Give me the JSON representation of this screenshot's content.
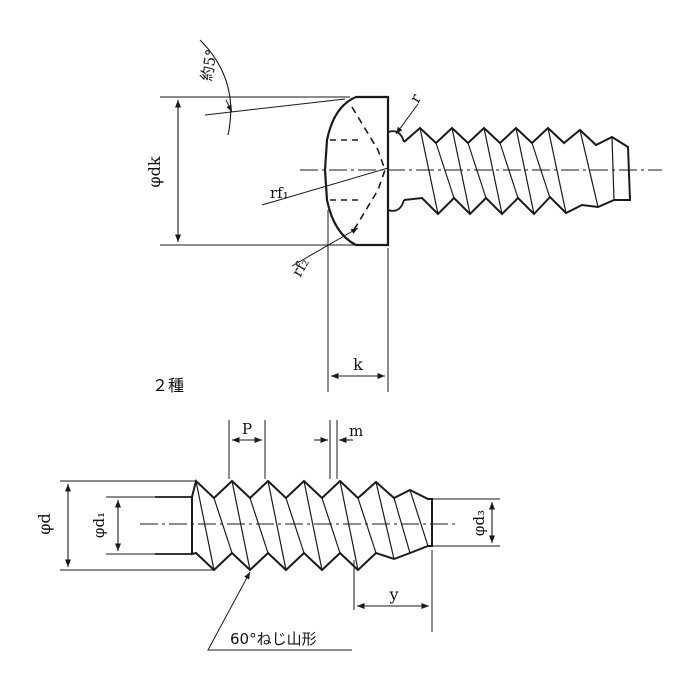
{
  "labels": {
    "angle": "約5°",
    "head_diameter": "φdk",
    "radius_r": "r",
    "radius_rf1": "rf₁",
    "radius_rf2": "rf₂",
    "head_height": "k",
    "type_heading": "２種",
    "pitch": "P",
    "m": "m",
    "diameter_d": "φd",
    "diameter_d1": "φd₁",
    "diameter_d3": "φd₃",
    "length_y": "y",
    "thread_profile": "60°ねじ山形"
  },
  "colors": {
    "line": "#1a1a1a",
    "background": "#ffffff"
  }
}
